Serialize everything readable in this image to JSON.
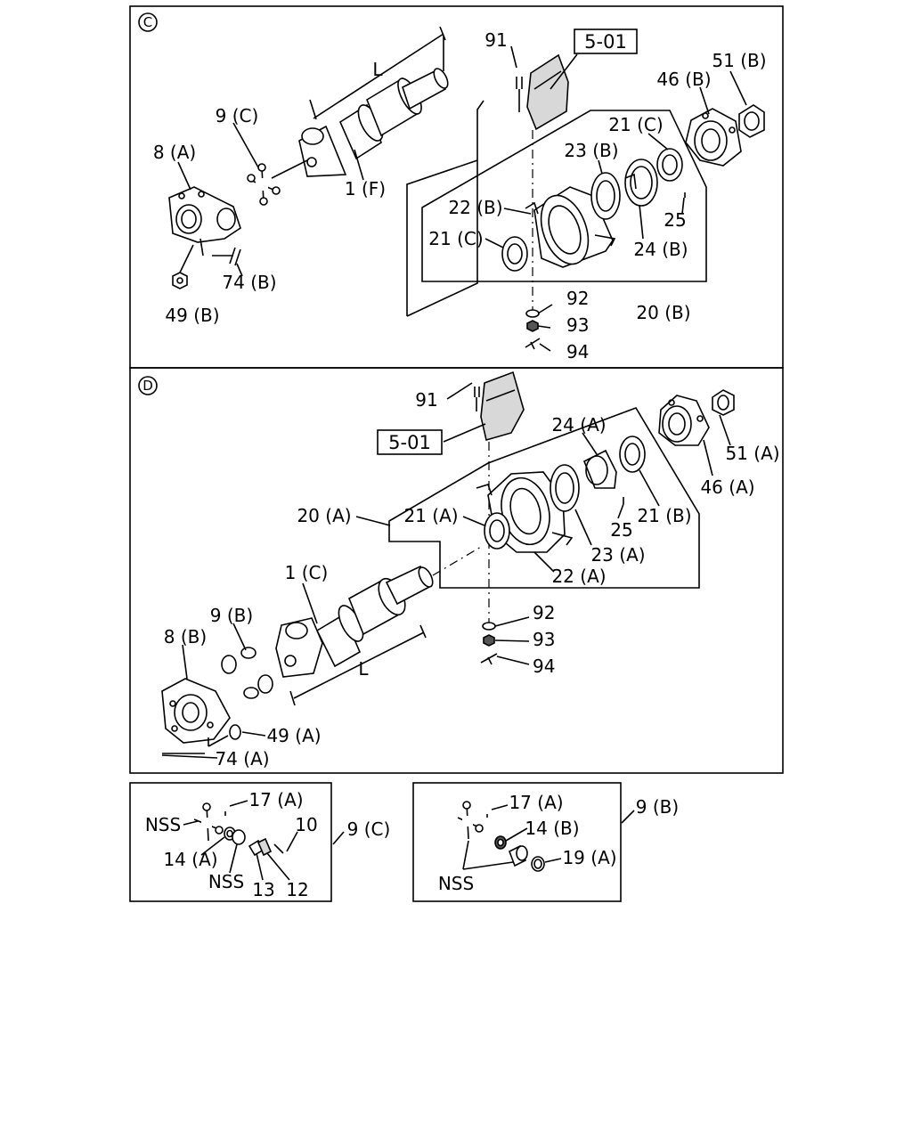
{
  "panel_c": {
    "marker": "C",
    "labels": {
      "l": "L",
      "p91": "91",
      "ref501": "5-01",
      "p51b": "51 (B)",
      "p46b": "46 (B)",
      "p9c": "9 (C)",
      "p8a": "8 (A)",
      "p21c_top": "21 (C)",
      "p23b": "23 (B)",
      "p1f": "1 (F)",
      "p22b": "22 (B)",
      "p25": "25",
      "p21c_low": "21 (C)",
      "p24b": "24 (B)",
      "p74b": "74 (B)",
      "p49b": "49 (B)",
      "p92": "92",
      "p20b": "20 (B)",
      "p93": "93",
      "p94": "94"
    }
  },
  "panel_d": {
    "marker": "D",
    "labels": {
      "p91": "91",
      "ref501": "5-01",
      "p24a": "24 (A)",
      "p51a": "51 (A)",
      "p46a": "46 (A)",
      "p20a": "20 (A)",
      "p21a": "21 (A)",
      "p21b": "21 (B)",
      "p25": "25",
      "p23a": "23 (A)",
      "p1c": "1 (C)",
      "p22a": "22 (A)",
      "p9b": "9 (B)",
      "p92": "92",
      "p8b": "8 (B)",
      "p93": "93",
      "l": "L",
      "p94": "94",
      "p49a": "49 (A)",
      "p74a": "74 (A)"
    }
  },
  "kit_9c": {
    "title": "9 (C)",
    "labels": {
      "p17a": "17 (A)",
      "nss1": "NSS",
      "p10": "10",
      "p14a": "14 (A)",
      "nss2": "NSS",
      "p13": "13",
      "p12": "12"
    }
  },
  "kit_9b": {
    "title": "9 (B)",
    "labels": {
      "p17a": "17 (A)",
      "p14b": "14 (B)",
      "p19a": "19 (A)",
      "nss": "NSS"
    }
  }
}
